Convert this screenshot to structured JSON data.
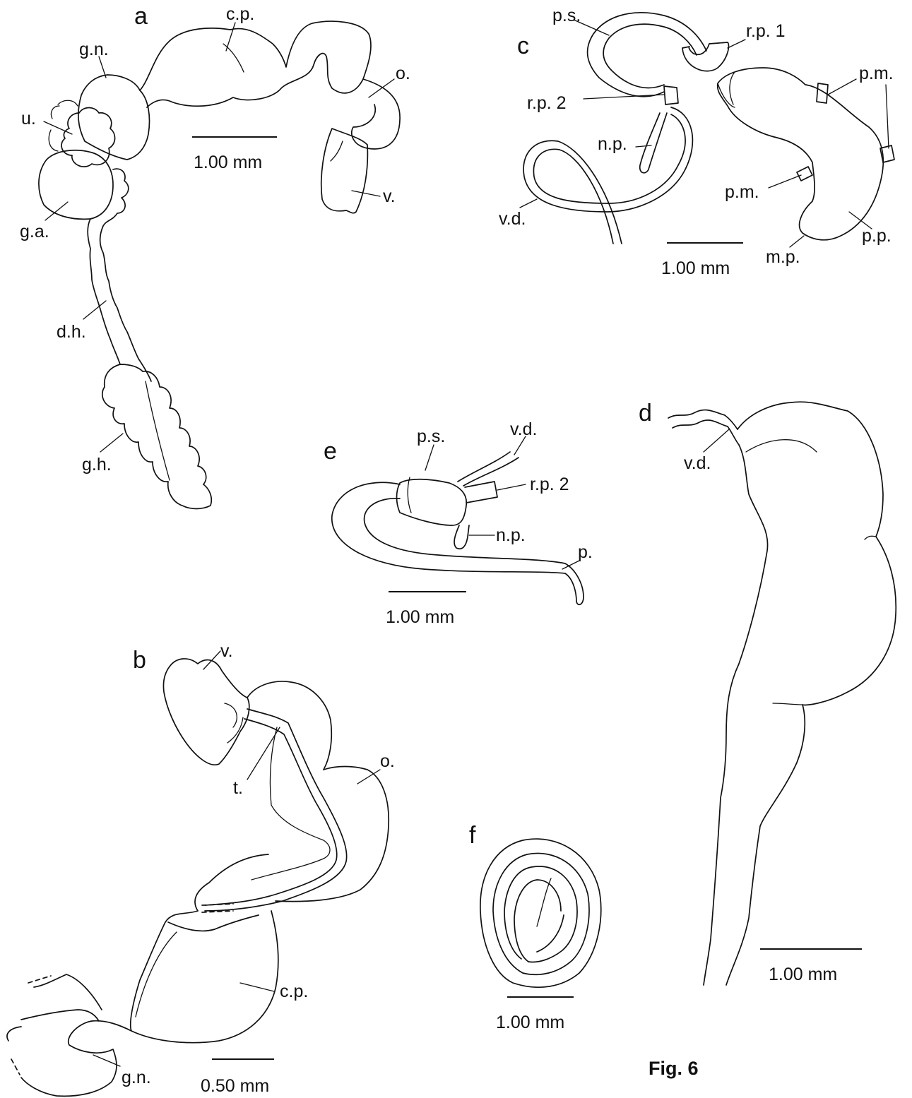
{
  "figure_label": "Fig. 6",
  "panels": {
    "a": {
      "letter": "a",
      "labels": {
        "cp": "c.p.",
        "gn": "g.n.",
        "u": "u.",
        "o": "o.",
        "v": "v.",
        "ga": "g.a.",
        "dh": "d.h.",
        "gh": "g.h."
      },
      "scale": "1.00 mm"
    },
    "b": {
      "letter": "b",
      "labels": {
        "v": "v.",
        "t": "t.",
        "o": "o.",
        "cp": "c.p.",
        "gn": "g.n."
      },
      "scale": "0.50 mm"
    },
    "c": {
      "letter": "c",
      "labels": {
        "ps": "p.s.",
        "rp1": "r.p. 1",
        "pm1": "p.m.",
        "rp2": "r.p. 2",
        "np": "n.p.",
        "pm2": "p.m.",
        "vd": "v.d.",
        "pp": "p.p.",
        "mp": "m.p."
      },
      "scale": "1.00 mm"
    },
    "d": {
      "letter": "d",
      "labels": {
        "vd": "v.d."
      },
      "scale": "1.00 mm"
    },
    "e": {
      "letter": "e",
      "labels": {
        "ps": "p.s.",
        "vd": "v.d.",
        "rp2": "r.p. 2",
        "np": "n.p.",
        "p": "p."
      },
      "scale": "1.00 mm"
    },
    "f": {
      "letter": "f",
      "scale": "1.00 mm"
    }
  }
}
